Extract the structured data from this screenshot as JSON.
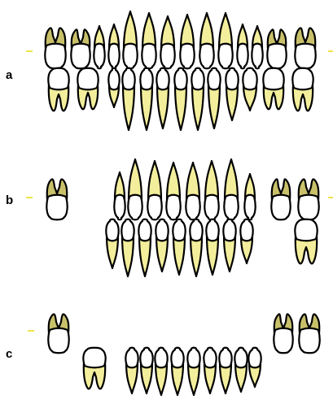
{
  "panels": [
    {
      "id": "a",
      "label": "a"
    },
    {
      "id": "b",
      "label": "b"
    },
    {
      "id": "c",
      "label": "c"
    }
  ],
  "colors": {
    "root": "#f3ee9b",
    "root_dark": "#c9c16a",
    "crown": "#ffffff",
    "outline": "#000000",
    "marker": "#f0e34a"
  }
}
